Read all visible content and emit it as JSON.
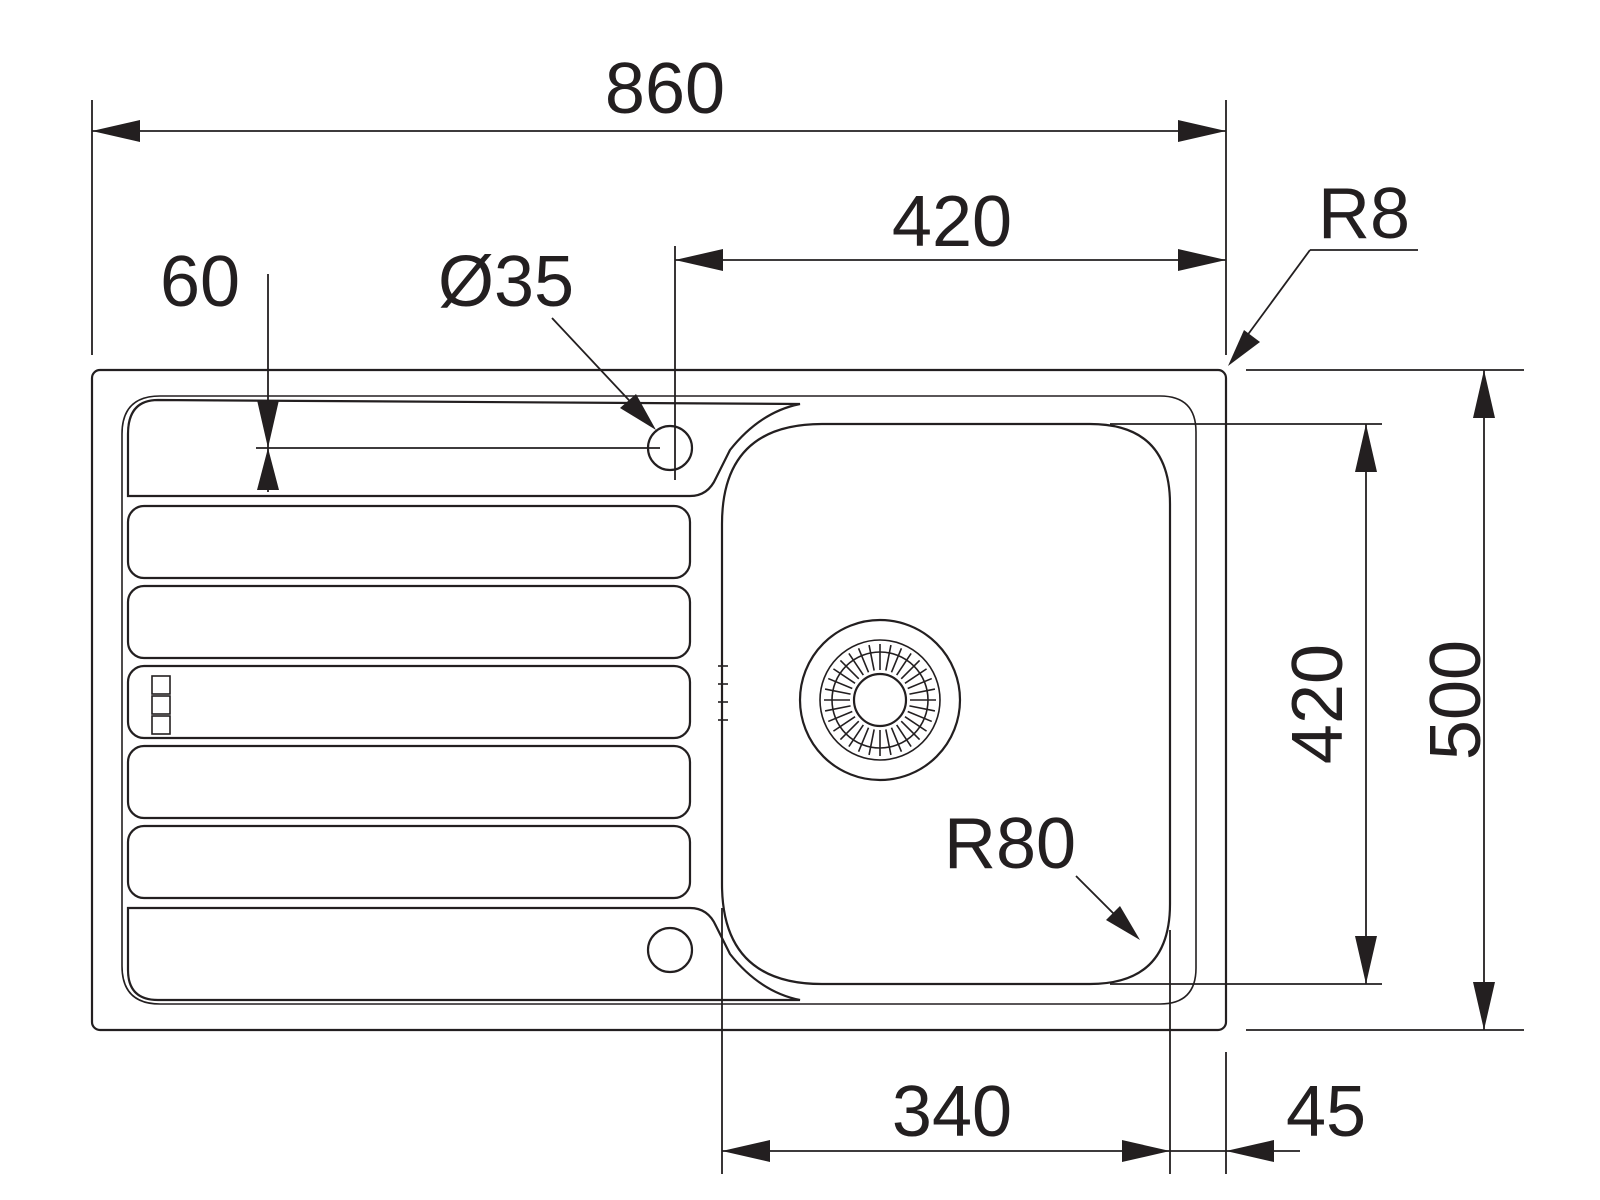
{
  "dimensions": {
    "total_width": "860",
    "bowl_offset": "420",
    "corner_radius": "R8",
    "drainer_offset": "60",
    "tap_hole": "Ø35",
    "bowl_depth": "420",
    "total_depth": "500",
    "bowl_radius": "R80",
    "bowl_width": "340",
    "right_margin": "45"
  }
}
